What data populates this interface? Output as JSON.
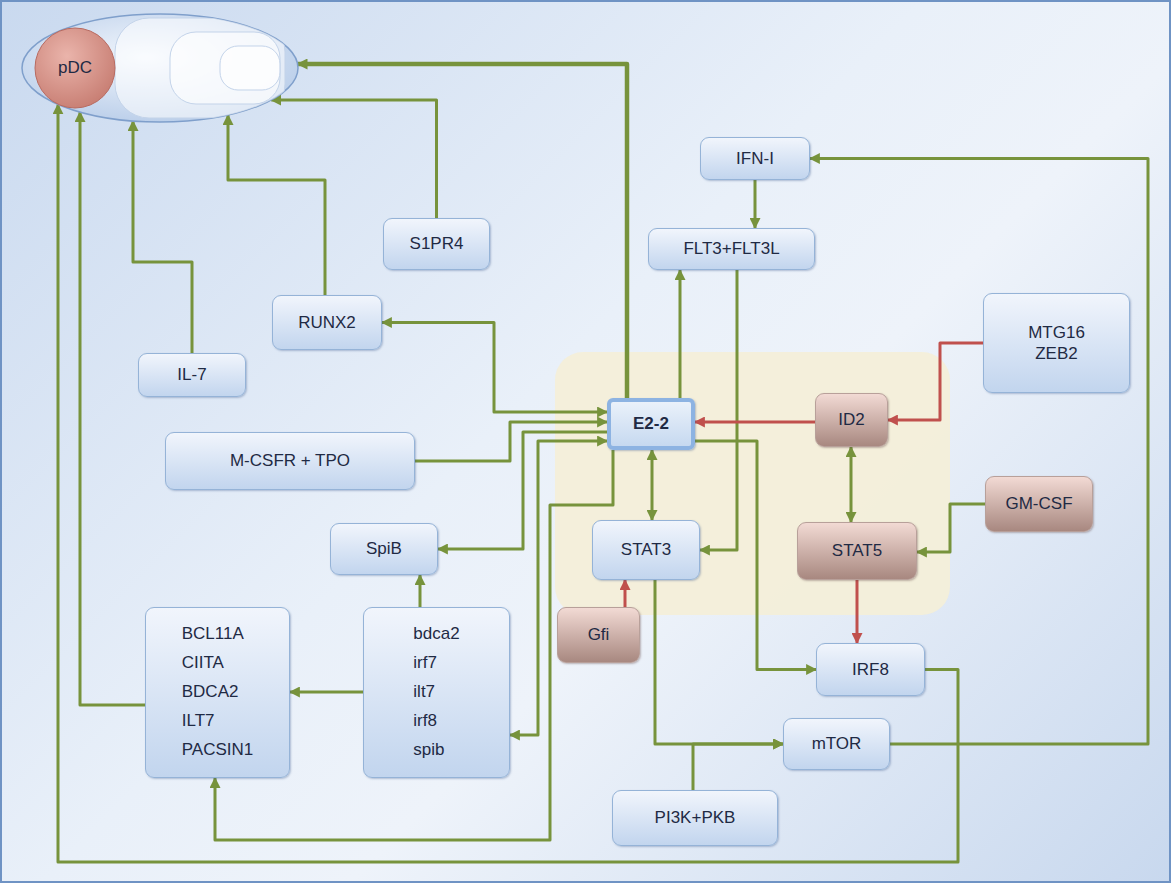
{
  "diagram": {
    "nodes": [
      {
        "text": [
          "pDC"
        ]
      },
      {
        "text": [
          "IFN-I"
        ]
      },
      {
        "text": [
          "FLT3+FLT3L"
        ]
      },
      {
        "text": [
          "S1PR4"
        ]
      },
      {
        "text": [
          "RUNX2"
        ]
      },
      {
        "text": [
          "MTG16 ZEB2"
        ]
      },
      {
        "text": [
          "IL-7"
        ]
      },
      {
        "text": [
          "M-CSFR + TPO"
        ]
      },
      {
        "text": [
          "E2-2"
        ]
      },
      {
        "text": [
          "ID2"
        ]
      },
      {
        "text": [
          "GM-CSF"
        ]
      },
      {
        "text": [
          "SpiB"
        ]
      },
      {
        "text": [
          "STAT3"
        ]
      },
      {
        "text": [
          "STAT5"
        ]
      },
      {
        "text": [
          "BCL11A CIITA BDCA2 ILT7 PACSIN1"
        ]
      },
      {
        "text": [
          "bdca2 irf7 ilt7 irf8 spib"
        ]
      },
      {
        "text": [
          "Gfi"
        ]
      },
      {
        "text": [
          "IRF8"
        ]
      },
      {
        "text": [
          "mTOR"
        ]
      },
      {
        "text": [
          "PI3K+PKB"
        ]
      }
    ],
    "edges": [
      {
        "from": 8,
        "to": 0,
        "arrow": "to"
      },
      {
        "from": 3,
        "to": 0,
        "arrow": "to"
      },
      {
        "from": 4,
        "to": 0,
        "arrow": "to"
      },
      {
        "from": 6,
        "to": 0,
        "arrow": "to"
      },
      {
        "from": 14,
        "to": 0,
        "arrow": "to"
      },
      {
        "from": 17,
        "to": 0,
        "arrow": "to"
      },
      {
        "from": 1,
        "to": 2,
        "arrow": "to"
      },
      {
        "from": 8,
        "to": 2,
        "arrow": "to"
      },
      {
        "from": 2,
        "to": 12,
        "arrow": "to"
      },
      {
        "from": 18,
        "to": 1,
        "arrow": "to"
      },
      {
        "from": 5,
        "to": 9,
        "arrow": "to"
      },
      {
        "from": 9,
        "to": 8,
        "arrow": "to"
      },
      {
        "from": 4,
        "to": 8,
        "arrow": "both"
      },
      {
        "from": 7,
        "to": 8,
        "arrow": "to"
      },
      {
        "from": 8,
        "to": 15,
        "arrow": "both"
      },
      {
        "from": 8,
        "to": 11,
        "arrow": "to"
      },
      {
        "from": 8,
        "to": 12,
        "arrow": "both"
      },
      {
        "from": 8,
        "to": 14,
        "arrow": "to"
      },
      {
        "from": 9,
        "to": 13,
        "arrow": "both"
      },
      {
        "from": 10,
        "to": 13,
        "arrow": "to"
      },
      {
        "from": 13,
        "to": 17,
        "arrow": "to"
      },
      {
        "from": 8,
        "to": 17,
        "arrow": "to"
      },
      {
        "from": 16,
        "to": 12,
        "arrow": "to"
      },
      {
        "from": 12,
        "to": 18,
        "arrow": "to"
      },
      {
        "from": 19,
        "to": 18,
        "arrow": "to"
      },
      {
        "from": 15,
        "to": 11,
        "arrow": "to"
      },
      {
        "from": 15,
        "to": 14,
        "arrow": "to"
      }
    ]
  }
}
